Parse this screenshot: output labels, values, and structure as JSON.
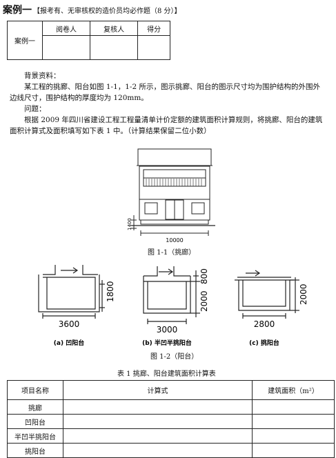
{
  "header": {
    "title": "案例一",
    "subtitle": "【报考有、无审核权的造价员均必作题（8 分）】"
  },
  "score_table": {
    "row_label": "案例一",
    "headers": [
      "阅卷人",
      "复核人",
      "得分"
    ]
  },
  "background": {
    "heading": "背景资料：",
    "text1": "某工程的挑廊、阳台如图 1-1，1-2 所示，图示挑廊、阳台的图示尺寸均为围护结构的外围外",
    "text2": "边线尺寸，围护结构的厚度均为 120mm。"
  },
  "question": {
    "heading": "问题：",
    "text1": "根据 2009 年四川省建设工程工程量清单计价定额的建筑面积计算规则，将挑廊、阳台的建筑",
    "text2": "面积计算式及面积填写如下表 1 中。（计算结果保留二位小数）"
  },
  "figure1": {
    "dim_width": "10000",
    "dim_depth": "1400",
    "caption": "图 1-1（挑廊）"
  },
  "figure2": {
    "a": {
      "width": "3600",
      "depth": "1800",
      "label": "(a) 凹阳台"
    },
    "b": {
      "width": "3000",
      "depth1": "2000",
      "depth2": "800",
      "label": "(b) 半凹半挑阳台"
    },
    "c": {
      "width": "2800",
      "depth": "2000",
      "label": "(c) 挑阳台"
    },
    "caption": "图 1-2（阳台）"
  },
  "table1": {
    "caption": "表 1   挑廊、阳台建筑面积计算表",
    "headers": [
      "项目名称",
      "计算式",
      "建筑面积（m²）"
    ],
    "rows": [
      "挑廊",
      "凹阳台",
      "半凹半挑阳台",
      "挑阳台"
    ]
  }
}
